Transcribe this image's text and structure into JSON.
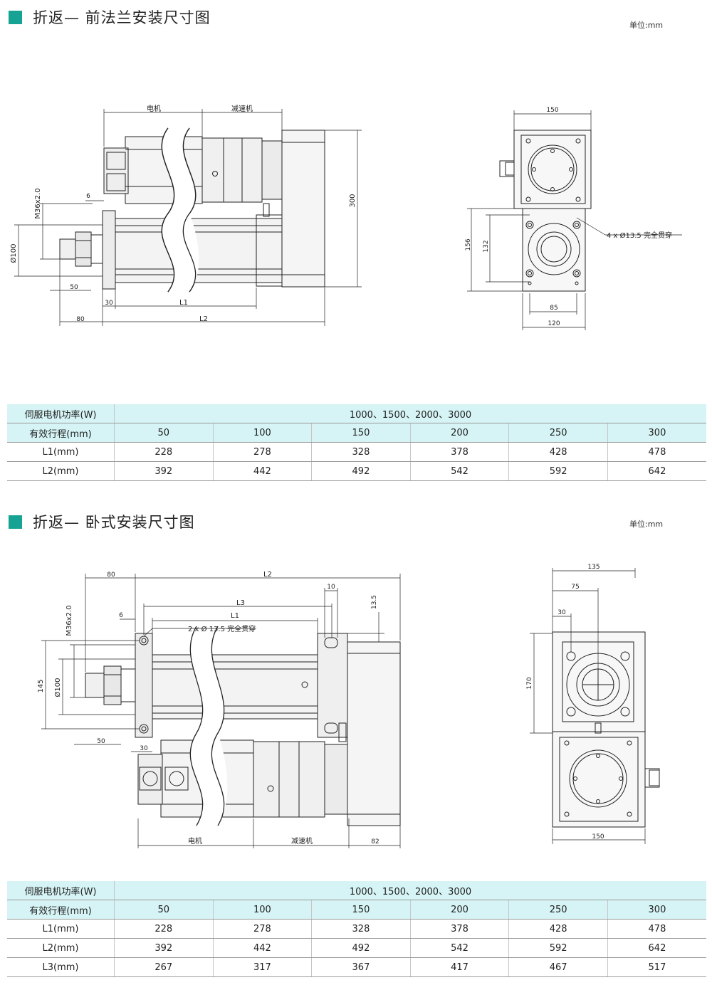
{
  "section1": {
    "title": "折返— 前法兰安装尺寸图",
    "unit": "单位:mm",
    "labels": {
      "motor": "电机",
      "reducer": "减速机",
      "h300": "300",
      "thread": "M36x2.0",
      "d6": "6",
      "dia100": "Ø100",
      "d50": "50",
      "d30": "30",
      "L1": "L1",
      "d80": "80",
      "L2": "L2",
      "w150": "150",
      "hole": "4 x Ø13.5 完全贯穿",
      "h156": "156",
      "h132": "132",
      "w85": "85",
      "w120": "120"
    },
    "table": {
      "power_label": "伺服电机功率(W)",
      "power_value": "1000、1500、2000、3000",
      "rows": [
        [
          "有效行程(mm)",
          "50",
          "100",
          "150",
          "200",
          "250",
          "300"
        ],
        [
          "L1(mm)",
          "228",
          "278",
          "328",
          "378",
          "428",
          "478"
        ],
        [
          "L2(mm)",
          "392",
          "442",
          "492",
          "542",
          "592",
          "642"
        ]
      ]
    }
  },
  "section2": {
    "title": "折返— 卧式安装尺寸图",
    "unit": "单位:mm",
    "labels": {
      "d80": "80",
      "L2": "L2",
      "d10": "10",
      "L3": "L3",
      "h13_5": "13.5",
      "L1": "L1",
      "d6": "6",
      "thread": "M36x2.0",
      "hole": "2 x Ø 13.5 完全贯穿",
      "h145": "145",
      "dia100": "Ø100",
      "d50": "50",
      "d30": "30",
      "motor": "电机",
      "reducer": "减速机",
      "d82": "82",
      "w135": "135",
      "w75": "75",
      "w30": "30",
      "h170": "170",
      "w150": "150"
    },
    "table": {
      "power_label": "伺服电机功率(W)",
      "power_value": "1000、1500、2000、3000",
      "rows": [
        [
          "有效行程(mm)",
          "50",
          "100",
          "150",
          "200",
          "250",
          "300"
        ],
        [
          "L1(mm)",
          "228",
          "278",
          "328",
          "378",
          "428",
          "478"
        ],
        [
          "L2(mm)",
          "392",
          "442",
          "492",
          "542",
          "592",
          "642"
        ],
        [
          "L3(mm)",
          "267",
          "317",
          "367",
          "417",
          "467",
          "517"
        ]
      ]
    }
  },
  "colors": {
    "accent": "#17a394",
    "table_highlight": "#d6f4f5",
    "line": "#222222"
  }
}
